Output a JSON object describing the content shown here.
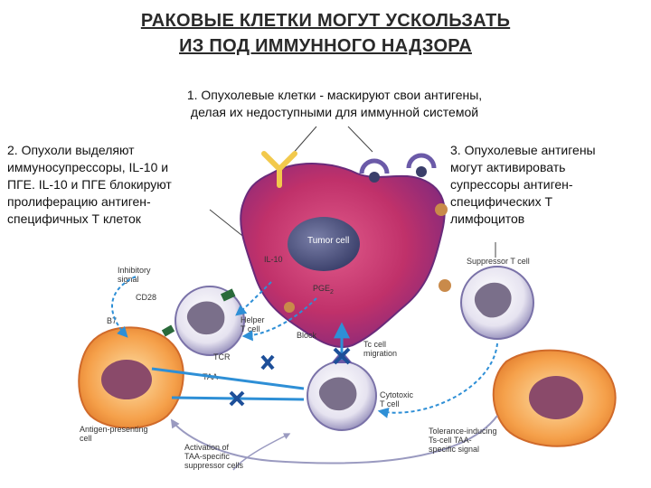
{
  "title": {
    "line1": "РАКОВЫЕ КЛЕТКИ МОГУТ УСКОЛЬЗАТЬ",
    "line2": "ИЗ ПОД ИММУННОГО НАДЗОРА"
  },
  "notes": {
    "note1": [
      "1. Опухолевые клетки - маскируют свои антигены,",
      "делая их недоступными для иммунной системой"
    ],
    "note2": [
      "2. Опухоли выделяют",
      "иммуносупрессоры, IL-10 и",
      "ПГЕ. IL-10 и ПГЕ блокируют",
      "пролиферацию антиген-",
      "специфичных Т клеток"
    ],
    "note3": [
      "3. Опухолевые антигены",
      "могут активировать",
      "супрессоры антиген-",
      "специфических Т",
      "лимфоцитов"
    ]
  },
  "diagram": {
    "tumor_cell": "Tumor cell",
    "il10": "IL-10",
    "pge2": "PGE",
    "pge2_sub": "2",
    "inhibitory_signal": [
      "Inhibitory",
      "signal"
    ],
    "cd28": "CD28",
    "b7": "B7",
    "helper_t": [
      "Helper",
      "T cell"
    ],
    "tcr": "TCR",
    "taa": "TAA",
    "block": "Block",
    "tc_migration": [
      "Tc cell",
      "migration"
    ],
    "suppressor_t": "Suppressor T cell",
    "cytotoxic_t": [
      "Cytotoxic",
      "T cell"
    ],
    "antigen_presenting": [
      "Antigen-presenting",
      "cell"
    ],
    "tolerance": [
      "Tolerance-inducing",
      "Ts-cell TAA-",
      "specific signal"
    ],
    "activation": [
      "Activation of",
      "TAA-specific",
      "suppressor cells"
    ]
  },
  "colors": {
    "tumor": "#c0316a",
    "tumor_edge": "#7a2a7a",
    "arrow_blue": "#2e8fd6",
    "block_blue": "#1d4f99",
    "purple_receptor": "#6b5aa8",
    "yellow_antibody": "#f2c94c",
    "apc_orange": "#f5a04a"
  }
}
